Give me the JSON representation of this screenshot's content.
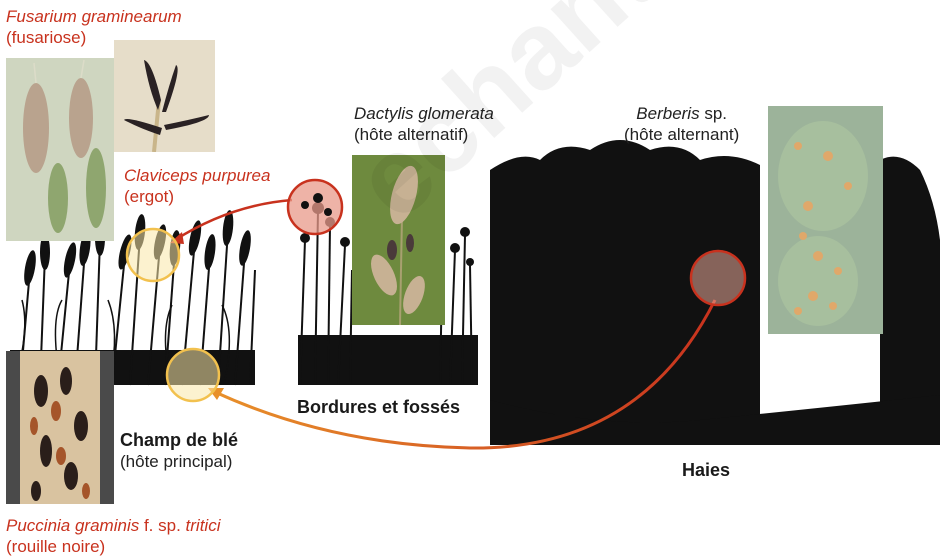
{
  "labels": {
    "fusarium_name": "Fusarium graminearum",
    "fusarium_disease": "(fusariose)",
    "claviceps_name": "Claviceps purpurea",
    "claviceps_disease": "(ergot)",
    "dactylis_name": "Dactylis glomerata",
    "dactylis_role": "(hôte alternatif)",
    "berberis_name": "Berberis",
    "berberis_suffix": " sp.",
    "berberis_role": "(hôte alternant)",
    "bordures": "Bordures et fossés",
    "champ": "Champ de blé",
    "champ_role": "(hôte principal)",
    "haies": "Haies",
    "puccinia_name": "Puccinia graminis",
    "puccinia_fsp": " f. sp. ",
    "puccinia_tritici": "tritici",
    "puccinia_disease": "(rouille noire)"
  },
  "colors": {
    "accent_red": "#c8321e",
    "arrow_orange": "#e8902a",
    "circle_yellow": "#f2c14e",
    "silhouette": "#111111",
    "watermark": "#000000"
  },
  "watermark": {
    "text": "echantillon"
  }
}
